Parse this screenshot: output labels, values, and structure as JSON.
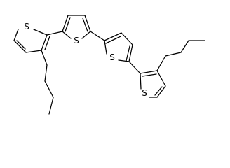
{
  "molecule": {
    "name": "",
    "atoms": [
      {
        "id": "S1",
        "label": "S"
      },
      {
        "id": "S2",
        "label": "S"
      },
      {
        "id": "S3",
        "label": "S"
      },
      {
        "id": "S4",
        "label": "S"
      }
    ]
  },
  "colors": {
    "bond": "#000000",
    "label": "#000000",
    "background": "#ffffff"
  }
}
